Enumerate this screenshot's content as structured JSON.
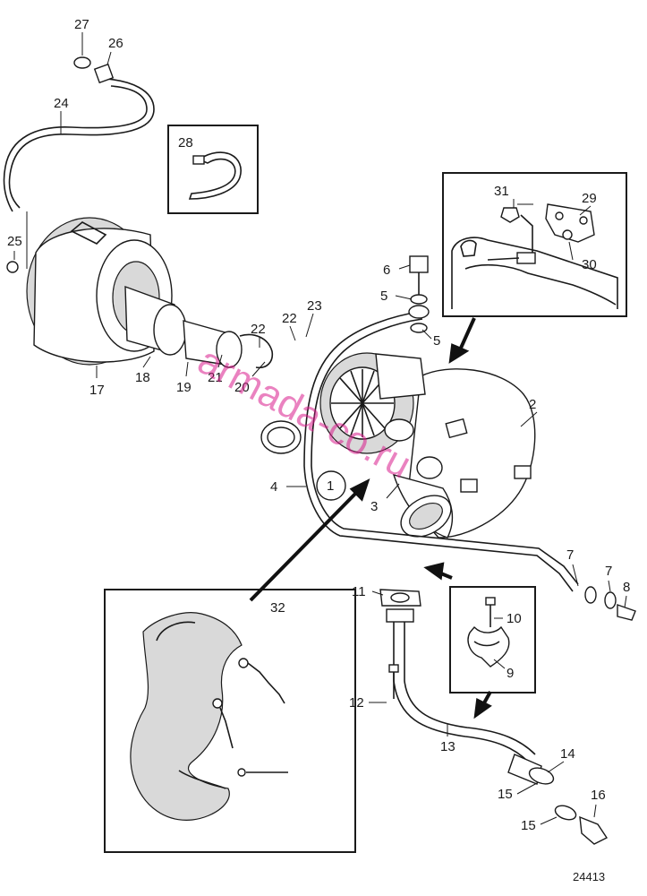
{
  "drawing_number": "24413",
  "watermark": "armada-co.ru",
  "callouts": [
    {
      "id": "c1",
      "label": "1"
    },
    {
      "id": "c2",
      "label": "2"
    },
    {
      "id": "c3",
      "label": "3"
    },
    {
      "id": "c4",
      "label": "4"
    },
    {
      "id": "c5a",
      "label": "5"
    },
    {
      "id": "c5b",
      "label": "5"
    },
    {
      "id": "c6",
      "label": "6"
    },
    {
      "id": "c7a",
      "label": "7"
    },
    {
      "id": "c7b",
      "label": "7"
    },
    {
      "id": "c8",
      "label": "8"
    },
    {
      "id": "c9",
      "label": "9"
    },
    {
      "id": "c10",
      "label": "10"
    },
    {
      "id": "c11",
      "label": "11"
    },
    {
      "id": "c12",
      "label": "12"
    },
    {
      "id": "c13",
      "label": "13"
    },
    {
      "id": "c14",
      "label": "14"
    },
    {
      "id": "c15a",
      "label": "15"
    },
    {
      "id": "c15b",
      "label": "15"
    },
    {
      "id": "c16",
      "label": "16"
    },
    {
      "id": "c17",
      "label": "17"
    },
    {
      "id": "c18",
      "label": "18"
    },
    {
      "id": "c19",
      "label": "19"
    },
    {
      "id": "c20",
      "label": "20"
    },
    {
      "id": "c21",
      "label": "21"
    },
    {
      "id": "c22a",
      "label": "22"
    },
    {
      "id": "c22b",
      "label": "22"
    },
    {
      "id": "c23",
      "label": "23"
    },
    {
      "id": "c24",
      "label": "24"
    },
    {
      "id": "c25",
      "label": "25"
    },
    {
      "id": "c26",
      "label": "26"
    },
    {
      "id": "c27",
      "label": "27"
    },
    {
      "id": "c28",
      "label": "28"
    },
    {
      "id": "c29",
      "label": "29"
    },
    {
      "id": "c30",
      "label": "30"
    },
    {
      "id": "c31",
      "label": "31"
    },
    {
      "id": "c32",
      "label": "32"
    }
  ]
}
